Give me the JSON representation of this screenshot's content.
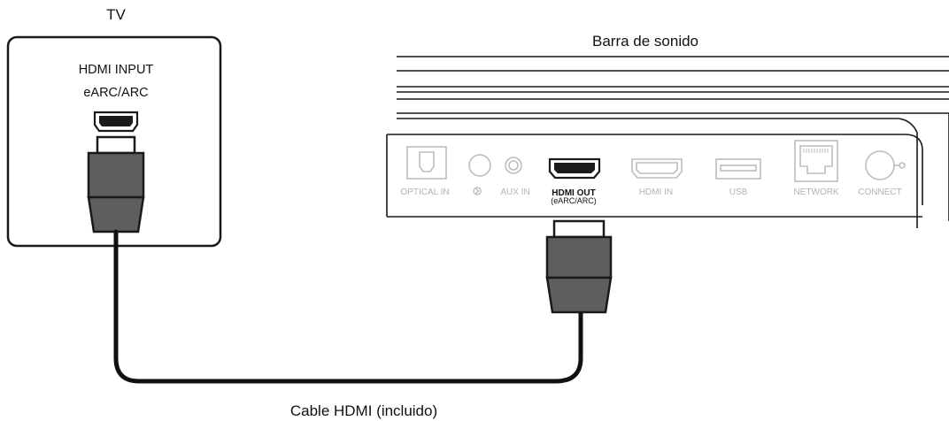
{
  "tv": {
    "title": "TV",
    "port_label_line1": "HDMI INPUT",
    "port_label_line2": "eARC/ARC"
  },
  "soundbar": {
    "title": "Barra de sonido",
    "ports": {
      "optical": "OPTICAL IN",
      "bluetooth_symbol": "ʙ",
      "aux": "AUX IN",
      "hdmi_out_line1": "HDMI OUT",
      "hdmi_out_line2": "(eARC/ARC)",
      "hdmi_in": "HDMI IN",
      "usb": "USB",
      "network": "NETWORK",
      "connect": "CONNECT"
    }
  },
  "cable": {
    "caption": "Cable HDMI (incluido)"
  },
  "colors": {
    "outline": "#1a1a1a",
    "plug_body": "#5e5e5e",
    "faded": "#bdbdbd",
    "cable": "#111111"
  }
}
